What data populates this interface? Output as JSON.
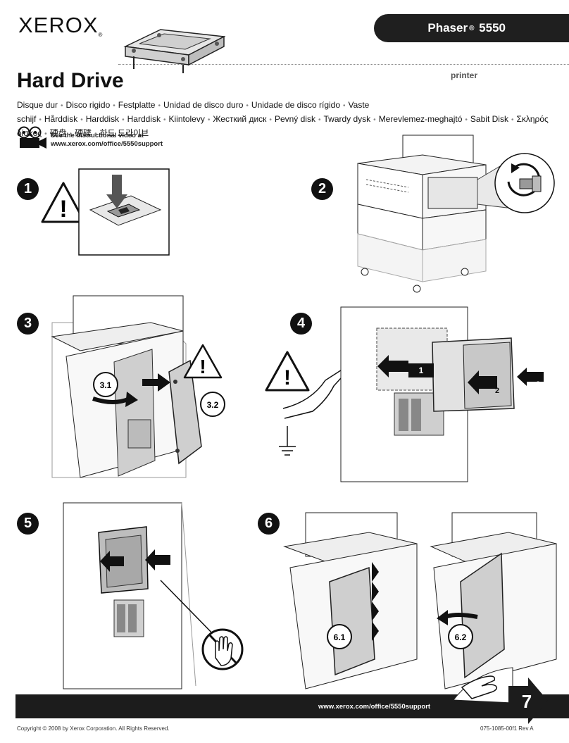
{
  "header": {
    "brand": "XEROX",
    "product": "Phaser",
    "product_reg": "®",
    "model": "5550",
    "product_kind": "printer"
  },
  "title": "Hard Drive",
  "translations": [
    "Disque dur",
    "Disco rigido",
    "Festplatte",
    "Unidad de disco duro",
    "Unidade de disco rígido",
    "Vaste schijf",
    "Hårddisk",
    "Harddisk",
    "Harddisk",
    "Kiintolevy",
    "Жесткий диск",
    "Pevný disk",
    "Twardy dysk",
    "Merevlemez-meghajtó",
    "Sabit Disk",
    "Σκληρός δίσκος",
    "硬盘",
    "硬碟",
    "하드 드라이브"
  ],
  "video": {
    "line1": "See the instructional video at",
    "line2": "www.xerox.com/office/5550support"
  },
  "steps": {
    "s1": "1",
    "s2": "2",
    "s3": "3",
    "s4": "4",
    "s5": "5",
    "s6": "6",
    "s7": "7"
  },
  "callouts": {
    "c31": "3.1",
    "c32": "3.2",
    "c61": "6.1",
    "c62": "6.2",
    "a1": "1",
    "a2": "2",
    "a2b": "2"
  },
  "footer": {
    "url": "www.xerox.com/office/5550support",
    "copyright": "Copyright © 2008 by Xerox Corporation.  All Rights Reserved.",
    "docnum": "075-1085-00f1 Rev A"
  },
  "colors": {
    "banner": "#1f1f1f",
    "ink": "#111111",
    "panel_gray": "#cfcfcf"
  }
}
